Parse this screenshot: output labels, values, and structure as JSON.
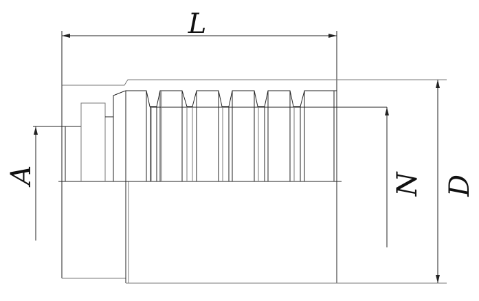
{
  "dimensions": {
    "length_label": "L",
    "bore_label": "A",
    "inner_label": "N",
    "outer_label": "D"
  },
  "colors": {
    "line": "#222222",
    "secondary_line": "#777777"
  }
}
